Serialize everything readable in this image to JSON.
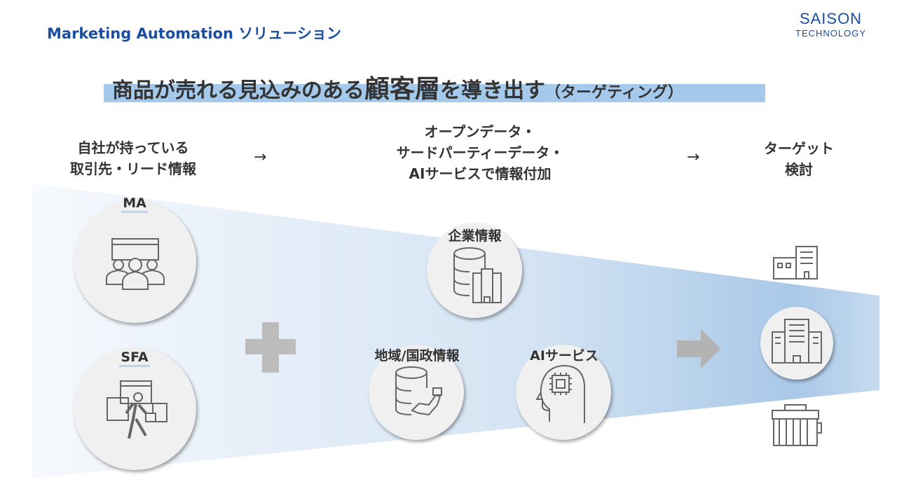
{
  "header": {
    "title": "Marketing Automation ソリューション"
  },
  "logo": {
    "line1": "SAISON",
    "line2": "TECHNOLOGY"
  },
  "headline": {
    "part1": "商品が売れる見込みのある",
    "emphasis": "顧客層",
    "part2": "を導き出す",
    "paren": "（ターゲティング）"
  },
  "stages": {
    "left": [
      "自社が持っている",
      "取引先・リード情報"
    ],
    "middle": [
      "オープンデータ・",
      "サードパーティーデータ・",
      "AIサービスで情報付加"
    ],
    "right": [
      "ターゲット",
      "検討"
    ],
    "arrow": "→"
  },
  "sources": {
    "ma": "MA",
    "sfa": "SFA"
  },
  "data_sources": {
    "company": "企業情報",
    "region": "地域/国政情報",
    "ai": "AIサービス"
  },
  "colors": {
    "accent": "#1a4fa0",
    "highlight": "#a4c9ea",
    "funnel": "#b0cdea"
  }
}
